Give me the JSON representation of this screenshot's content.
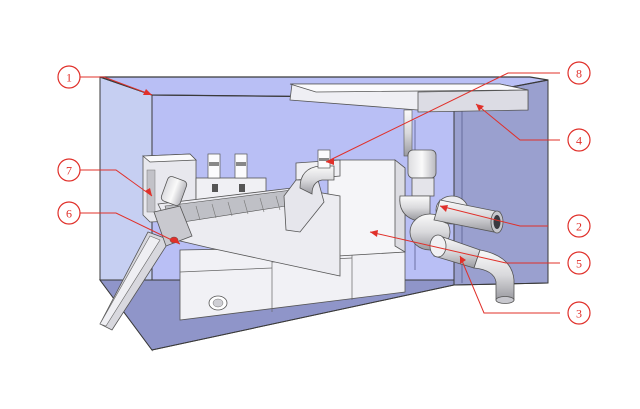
{
  "colors": {
    "accent": "#e0302a",
    "housing_interior": "#b9bff5",
    "housing_edge": "#3a3a3a",
    "machine": "#f4f4f6"
  },
  "callouts": [
    {
      "id": "1",
      "label": "1"
    },
    {
      "id": "2",
      "label": "2"
    },
    {
      "id": "3",
      "label": "3"
    },
    {
      "id": "4",
      "label": "4"
    },
    {
      "id": "5",
      "label": "5"
    },
    {
      "id": "6",
      "label": "6"
    },
    {
      "id": "7",
      "label": "7"
    },
    {
      "id": "8",
      "label": "8"
    }
  ]
}
